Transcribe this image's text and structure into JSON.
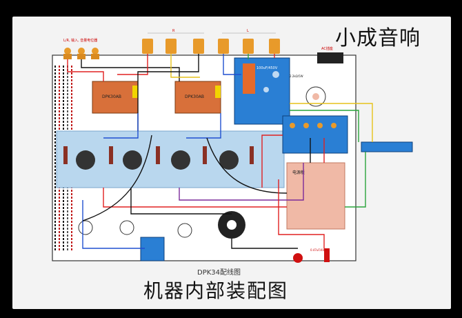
{
  "brand": "小成音响",
  "subtitle": "机器内部装配图",
  "drawing_label": "DPK34配线图",
  "labels": {
    "top_input_note": "L/R, 输入, 音量电位器",
    "section_r": "R",
    "section_l": "L",
    "ac_socket": "AC插座",
    "filter_cap": "100uF/450V",
    "board_left": "DPK30AB",
    "board_right": "DPK30AB",
    "power_board": "电源板",
    "resistor_note": "2.2kΩ/5W",
    "bottom_note": "0.47uF/400V"
  },
  "colors": {
    "board_fill": "#ffffff",
    "tube_board": "#b9d7ee",
    "blue_board": "#2a7fd4",
    "orange_board": "#d8703a",
    "pink_board": "#f0b9a6",
    "wire_red": "#e02020",
    "wire_black": "#111111",
    "wire_blue": "#1f4fd0",
    "wire_yellow": "#e6c21a",
    "wire_green": "#29a33a",
    "wire_purple": "#7a2a9a"
  }
}
